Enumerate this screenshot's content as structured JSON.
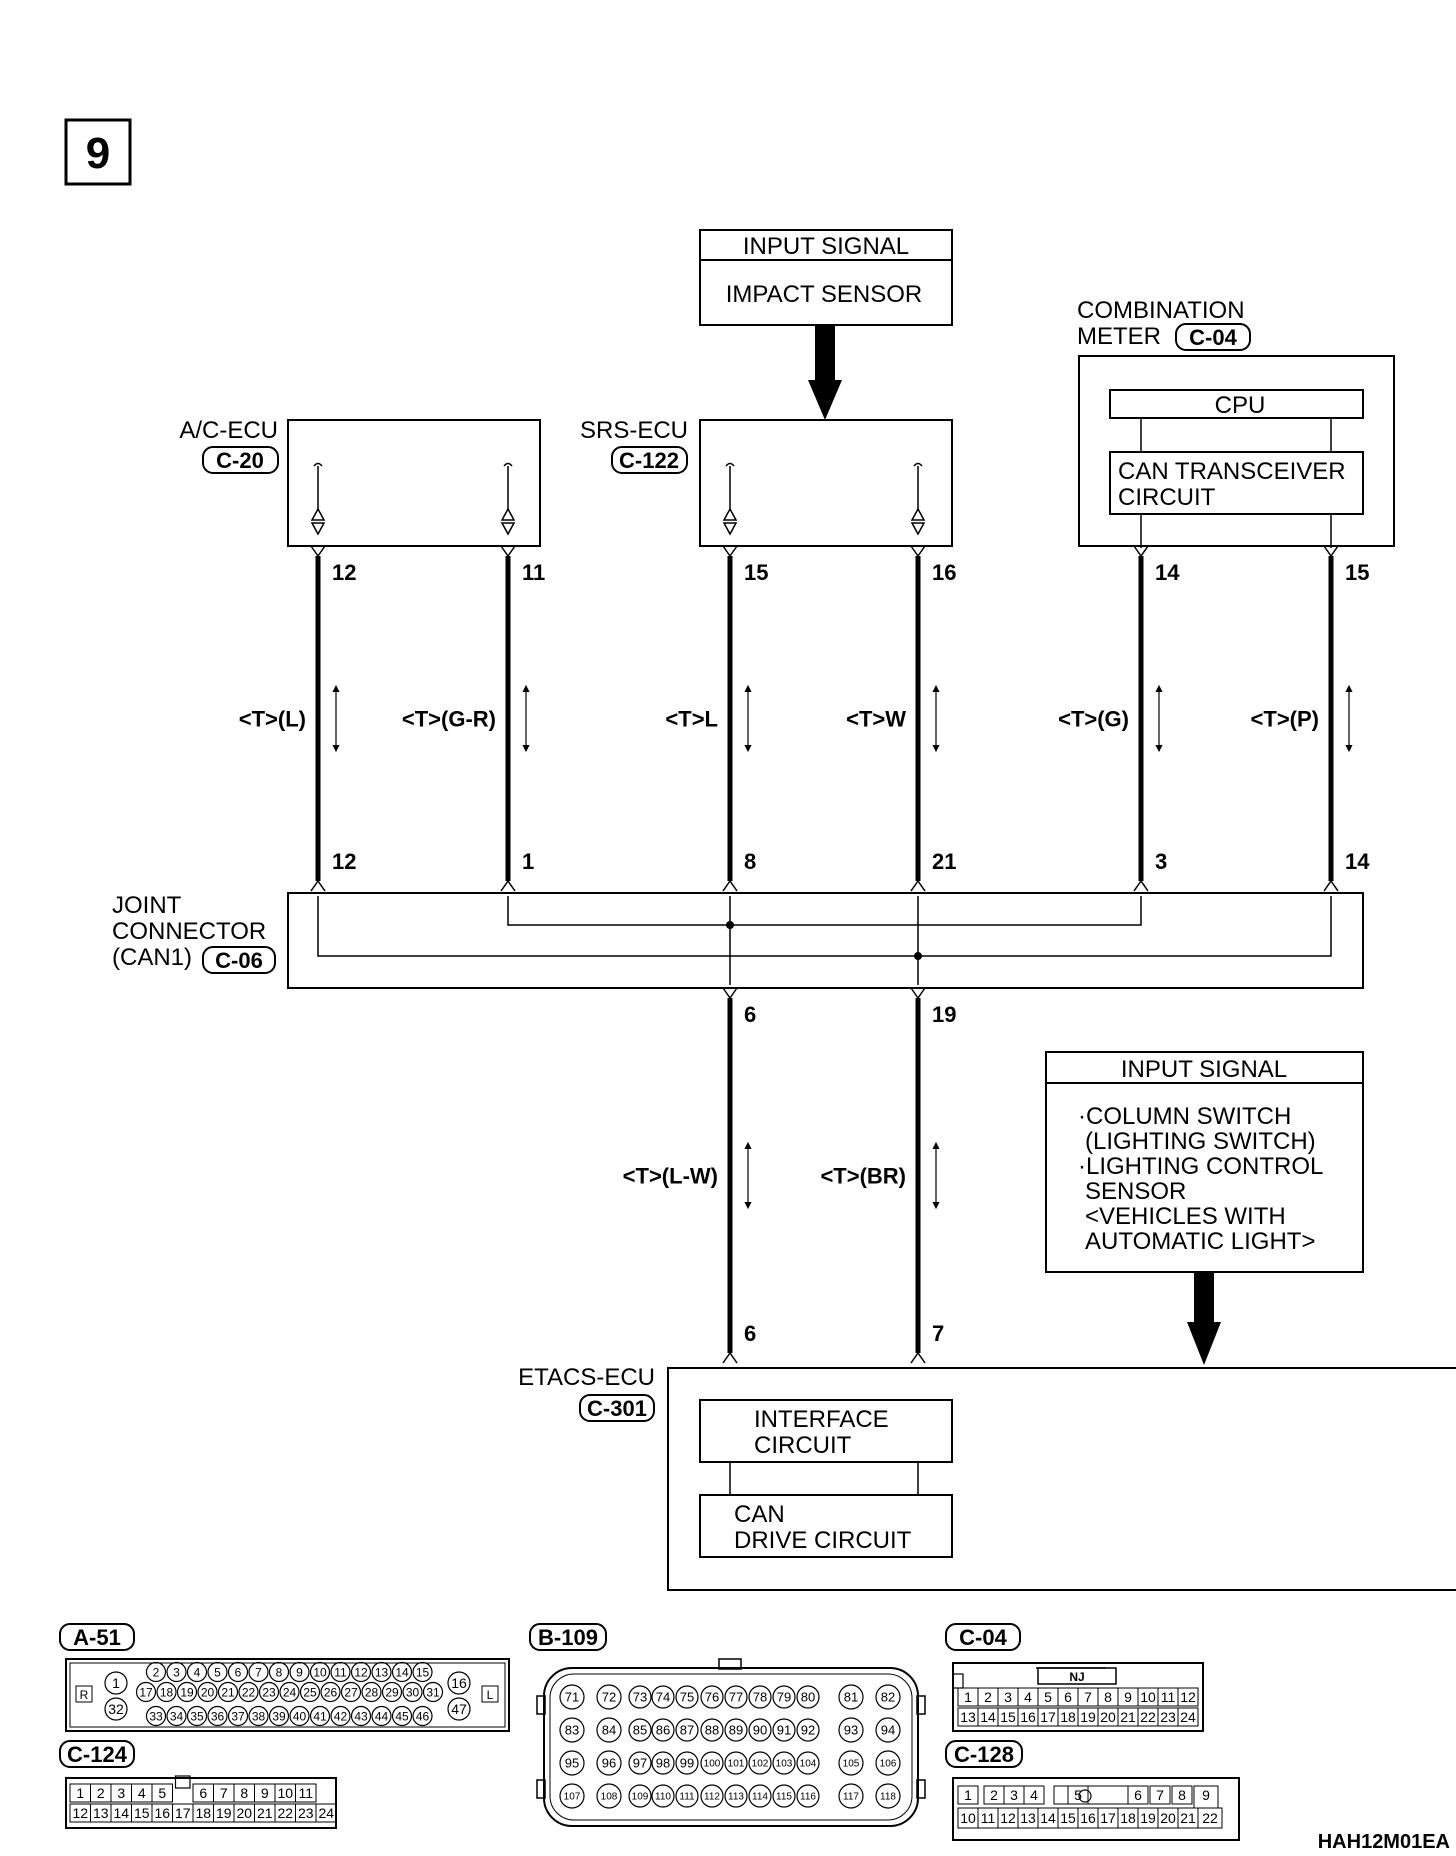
{
  "page_number": "9",
  "figure_code": "HAH12M01EA",
  "input_signal_top": {
    "title": "INPUT SIGNAL",
    "body": "IMPACT SENSOR"
  },
  "combination_meter": {
    "name_line1": "COMBINATION",
    "name_line2": "METER",
    "connector": "C-04",
    "cpu": "CPU",
    "can_line1": "CAN TRANSCEIVER",
    "can_line2": "CIRCUIT"
  },
  "ac_ecu": {
    "name": "A/C-ECU",
    "connector": "C-20"
  },
  "srs_ecu": {
    "name": "SRS-ECU",
    "connector": "C-122"
  },
  "joint_connector": {
    "line1": "JOINT",
    "line2": "CONNECTOR",
    "line3": "(CAN1)",
    "connector": "C-06"
  },
  "etacs_ecu": {
    "name": "ETACS-ECU",
    "connector": "C-301",
    "interface_line1": "INTERFACE",
    "interface_line2": "CIRCUIT",
    "can_line1": "CAN",
    "can_line2": "DRIVE CIRCUIT"
  },
  "input_signal_right": {
    "title": "INPUT SIGNAL",
    "lines": [
      "·COLUMN SWITCH",
      "(LIGHTING SWITCH)",
      "·LIGHTING CONTROL",
      "SENSOR",
      "<VEHICLES WITH",
      "AUTOMATIC LIGHT>"
    ]
  },
  "wires": [
    {
      "label": "<T>(L)",
      "top_pin": "12",
      "bottom_pin": "12"
    },
    {
      "label": "<T>(G-R)",
      "top_pin": "11",
      "bottom_pin": "1"
    },
    {
      "label": "<T>L",
      "top_pin": "15",
      "bottom_pin": "8"
    },
    {
      "label": "<T>W",
      "top_pin": "16",
      "bottom_pin": "21"
    },
    {
      "label": "<T>(G)",
      "top_pin": "14",
      "bottom_pin": "3"
    },
    {
      "label": "<T>(P)",
      "top_pin": "15",
      "bottom_pin": "14"
    }
  ],
  "lower_wires": [
    {
      "label": "<T>(L-W)",
      "top_pin": "6",
      "bottom_pin": "6"
    },
    {
      "label": "<T>(BR)",
      "top_pin": "19",
      "bottom_pin": "7"
    }
  ],
  "connectors": {
    "a51": {
      "code": "A-51",
      "left_tag": "R",
      "right_tag": "L",
      "row1": [
        "2",
        "3",
        "4",
        "5",
        "6",
        "7",
        "8",
        "9",
        "10",
        "11",
        "12",
        "13",
        "14",
        "15"
      ],
      "row2": [
        "17",
        "18",
        "19",
        "20",
        "21",
        "22",
        "23",
        "24",
        "25",
        "26",
        "27",
        "28",
        "29",
        "30",
        "31"
      ],
      "row3": [
        "33",
        "34",
        "35",
        "36",
        "37",
        "38",
        "39",
        "40",
        "41",
        "42",
        "43",
        "44",
        "45",
        "46"
      ],
      "left_top": "1",
      "left_bottom": "32",
      "right_top": "16",
      "right_bottom": "47"
    },
    "c124": {
      "code": "C-124",
      "row1": [
        "1",
        "2",
        "3",
        "4",
        "5",
        "",
        "6",
        "7",
        "8",
        "9",
        "10",
        "11"
      ],
      "row2": [
        "12",
        "13",
        "14",
        "15",
        "16",
        "17",
        "18",
        "19",
        "20",
        "21",
        "22",
        "23",
        "24"
      ]
    },
    "b109": {
      "code": "B-109",
      "rows": [
        [
          "71",
          "72",
          "73",
          "74",
          "75",
          "76",
          "77",
          "78",
          "79",
          "80",
          "81",
          "82"
        ],
        [
          "83",
          "84",
          "85",
          "86",
          "87",
          "88",
          "89",
          "90",
          "91",
          "92",
          "93",
          "94"
        ],
        [
          "95",
          "96",
          "97",
          "98",
          "99",
          "100",
          "101",
          "102",
          "103",
          "104",
          "105",
          "106"
        ],
        [
          "107",
          "108",
          "109",
          "110",
          "111",
          "112",
          "113",
          "114",
          "115",
          "116",
          "117",
          "118"
        ]
      ]
    },
    "c04": {
      "code": "C-04",
      "tag": "NJ",
      "row1": [
        "1",
        "2",
        "3",
        "4",
        "5",
        "6",
        "7",
        "8",
        "9",
        "10",
        "11",
        "12"
      ],
      "row2": [
        "13",
        "14",
        "15",
        "16",
        "17",
        "18",
        "19",
        "20",
        "21",
        "22",
        "23",
        "24"
      ]
    },
    "c128": {
      "code": "C-128",
      "row1": [
        "1",
        "2",
        "3",
        "4",
        "",
        "5",
        "6",
        "7",
        "8",
        "9"
      ],
      "row2": [
        "10",
        "11",
        "12",
        "13",
        "14",
        "15",
        "16",
        "17",
        "18",
        "19",
        "20",
        "21",
        "22"
      ]
    }
  }
}
